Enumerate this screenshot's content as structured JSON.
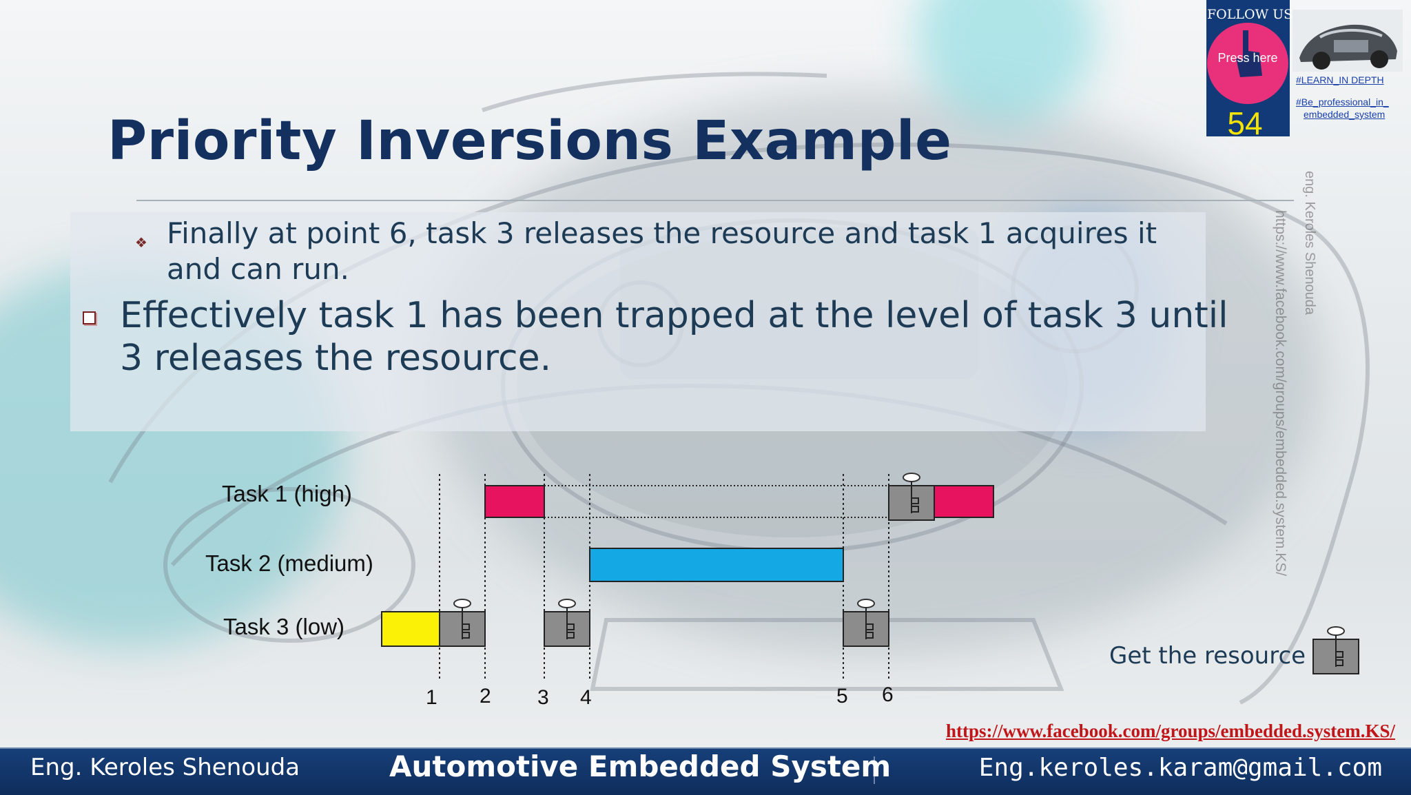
{
  "slide": {
    "title": "Priority Inversions Example",
    "sub_point": "Finally at point 6, task 3 releases the resource and task 1 acquires it and can run.",
    "main_point": "Effectively task 1 has been trapped at the level of task 3 until 3 releases the resource."
  },
  "diagram": {
    "tasks": [
      {
        "label": "Task 1 (high)"
      },
      {
        "label": "Task 2 (medium)"
      },
      {
        "label": "Task 3 (low)"
      }
    ],
    "time_points": [
      "1",
      "2",
      "3",
      "4",
      "5",
      "6"
    ],
    "legend_label": "Get the resource",
    "colors": {
      "task1": "#e8135e",
      "task2": "#14a8e4",
      "task3": "#fbf106",
      "resource": "#8c8c8c"
    }
  },
  "badge": {
    "follow": "FOLLOW US",
    "press": "Press here",
    "page_number": "54",
    "tag1": "#LEARN_IN DEPTH",
    "tag2_line1": "#Be_professional_in_",
    "tag2_line2": "embedded_system"
  },
  "watermark": {
    "name": "eng. Keroles Shenouda",
    "url": "https://www.facebook.com/groups/embedded.system.KS/"
  },
  "facebook_link": "https://www.facebook.com/groups/embedded.system.KS/",
  "footer": {
    "left": "Eng. Keroles Shenouda",
    "center": "Automotive Embedded System",
    "right": "Eng.keroles.karam@gmail.com"
  }
}
